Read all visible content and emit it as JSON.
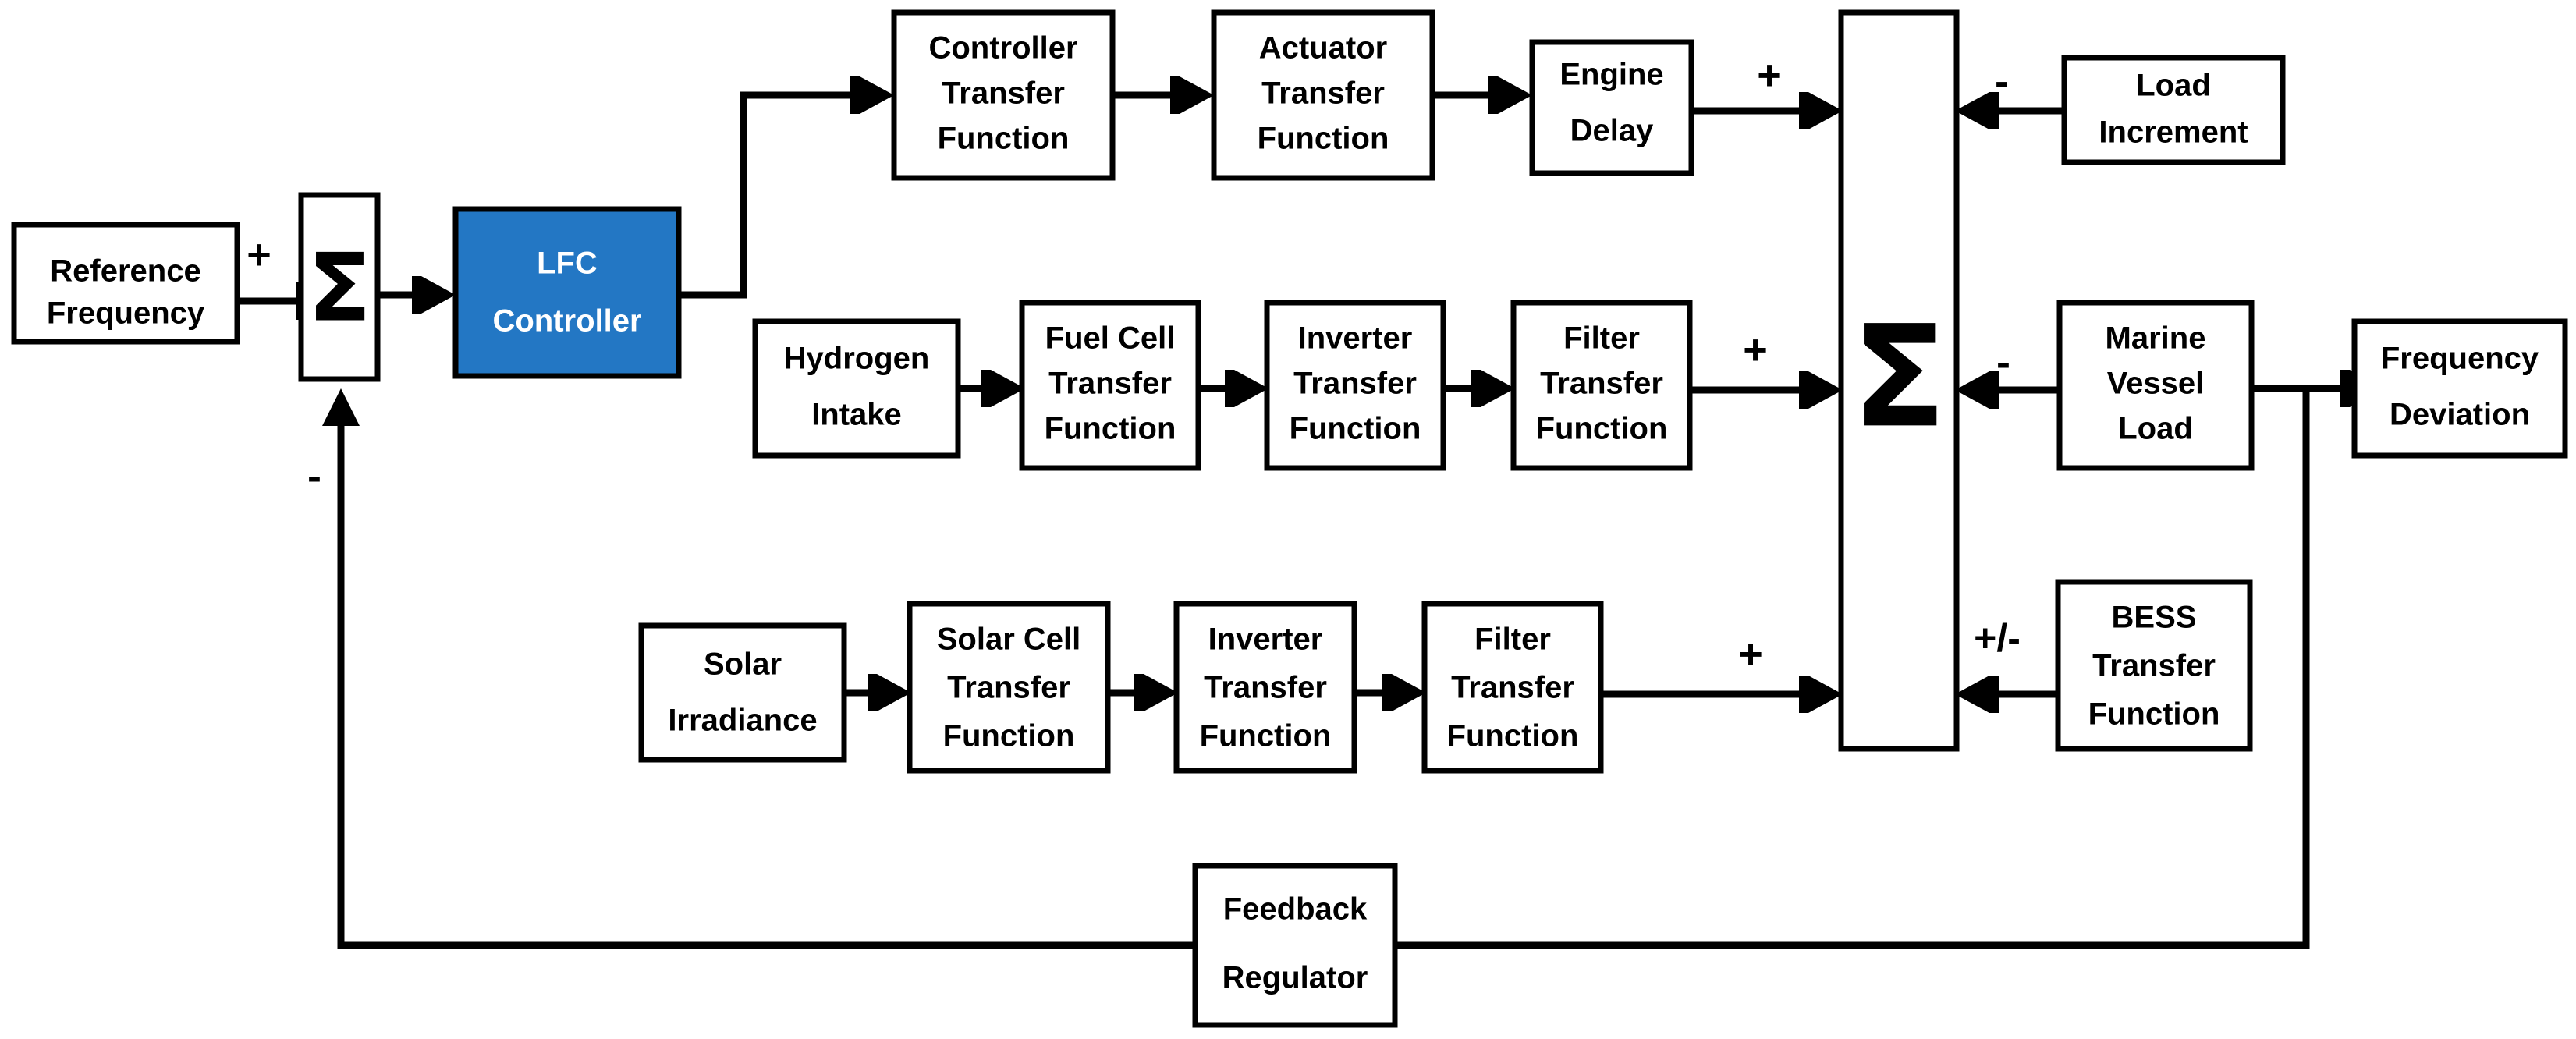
{
  "diagram": {
    "title": "Marine microgrid load frequency control block diagram",
    "accent_color": "#2377C4",
    "line_color": "#000000",
    "background": "#ffffff"
  },
  "blocks": {
    "reference_frequency": "Reference\nFrequency",
    "reference_frequency_l1": "Reference",
    "reference_frequency_l2": "Frequency",
    "left_sum": "Σ",
    "lfc_controller_l1": "LFC",
    "lfc_controller_l2": "Controller",
    "controller_tf_l1": "Controller",
    "controller_tf_l2": "Transfer",
    "controller_tf_l3": "Function",
    "actuator_tf_l1": "Actuator",
    "actuator_tf_l2": "Transfer",
    "actuator_tf_l3": "Function",
    "engine_delay_l1": "Engine",
    "engine_delay_l2": "Delay",
    "load_increment_l1": "Load",
    "load_increment_l2": "Increment",
    "hydrogen_intake_l1": "Hydrogen",
    "hydrogen_intake_l2": "Intake",
    "fuel_cell_tf_l1": "Fuel Cell",
    "fuel_cell_tf_l2": "Transfer",
    "fuel_cell_tf_l3": "Function",
    "inverter_tf_mid_l1": "Inverter",
    "inverter_tf_mid_l2": "Transfer",
    "inverter_tf_mid_l3": "Function",
    "filter_tf_mid_l1": "Filter",
    "filter_tf_mid_l2": "Transfer",
    "filter_tf_mid_l3": "Function",
    "main_sum": "Σ",
    "marine_vessel_load_l1": "Marine",
    "marine_vessel_load_l2": "Vessel",
    "marine_vessel_load_l3": "Load",
    "frequency_deviation_l1": "Frequency",
    "frequency_deviation_l2": "Deviation",
    "solar_irradiance_l1": "Solar",
    "solar_irradiance_l2": "Irradiance",
    "solar_cell_tf_l1": "Solar Cell",
    "solar_cell_tf_l2": "Transfer",
    "solar_cell_tf_l3": "Function",
    "inverter_tf_bot_l1": "Inverter",
    "inverter_tf_bot_l2": "Transfer",
    "inverter_tf_bot_l3": "Function",
    "filter_tf_bot_l1": "Filter",
    "filter_tf_bot_l2": "Transfer",
    "filter_tf_bot_l3": "Function",
    "bess_tf_l1": "BESS",
    "bess_tf_l2": "Transfer",
    "bess_tf_l3": "Function",
    "feedback_regulator_l1": "Feedback",
    "feedback_regulator_l2": "Regulator"
  },
  "signs": {
    "reference_plus": "+",
    "feedback_minus": "-",
    "engine_branch_plus": "+",
    "load_increment_minus": "-",
    "filter_mid_plus": "+",
    "marine_vessel_minus": "-",
    "filter_bot_plus": "+",
    "bess_plusminus": "+/-"
  }
}
